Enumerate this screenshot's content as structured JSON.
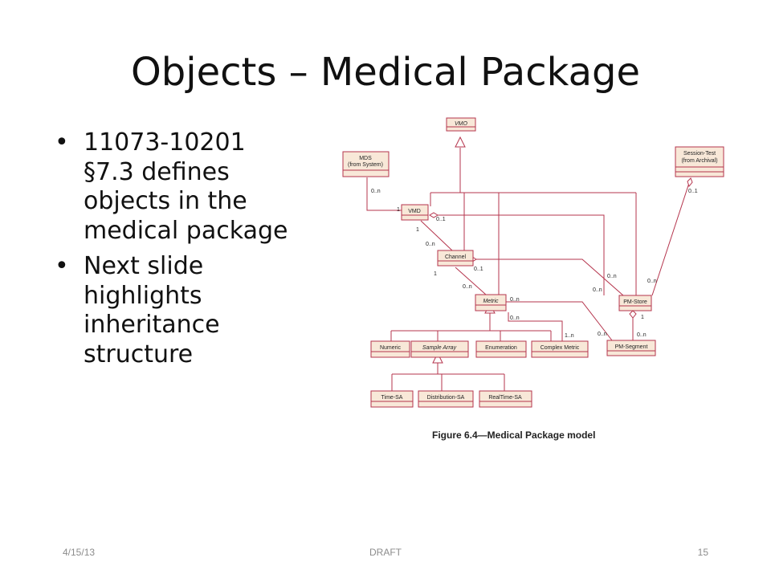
{
  "slide": {
    "title": "Objects – Medical Package",
    "bullets": [
      "11073-10201\n§7.3 defines\nobjects in the\nmedical package",
      "Next slide\nhighlights\ninheritance\nstructure"
    ],
    "bullet_glyph": "•"
  },
  "diagram": {
    "boxes": {
      "vmo": "VMO",
      "mds": "MDS",
      "mds_sub": "(from System)",
      "session_test": "Session-Test",
      "session_test_sub": "(from Archival)",
      "vmd": "VMD",
      "channel": "Channel",
      "metric": "Metric",
      "pm_store": "PM-Store",
      "pm_segment": "PM-Segment",
      "numeric": "Numeric",
      "sample_array": "Sample Array",
      "enumeration": "Enumeration",
      "complex_metric": "Complex Metric",
      "time_sa": "Time-SA",
      "distribution_sa": "Distribution-SA",
      "realtime_sa": "RealTime-SA"
    },
    "mult": {
      "mds_vmd": "0..n",
      "vmd_1": "1",
      "vmd_01": "0..1",
      "vmd_ch_1": "1",
      "vmd_ch_0n": "0..n",
      "ch_1": "1",
      "ch_01": "0..1",
      "ch_0n": "0..n",
      "metric_0n_a": "0..n",
      "metric_0n_b": "0..n",
      "cm_1n": "1..n",
      "st_01": "0..1",
      "pm_0n_a": "0..n",
      "pm_0n_b": "0..n",
      "pm_0n_c": "0..n",
      "pm_1": "1",
      "pm_0n_d": "0..n",
      "pmseg_0n": "0..n"
    },
    "line_color": "#b5354d"
  },
  "caption": "Figure 6.4—Medical Package model",
  "footer": {
    "date": "4/15/13",
    "center": "DRAFT",
    "page": "15"
  }
}
